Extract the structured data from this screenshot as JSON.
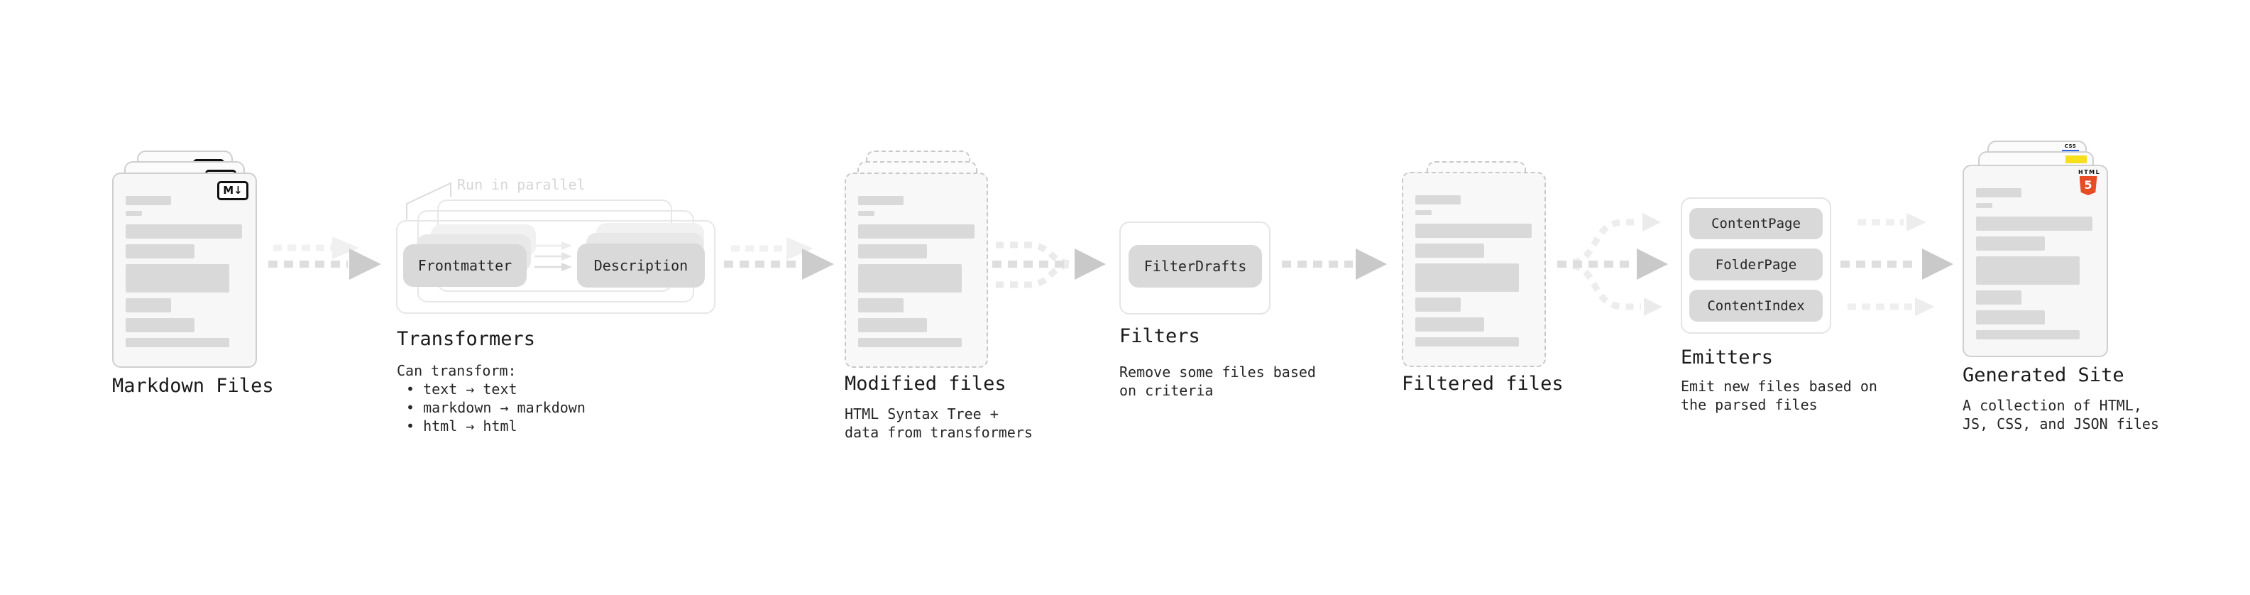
{
  "stages": {
    "markdown": {
      "label": "Markdown Files",
      "badge": "M↓"
    },
    "transformers": {
      "title": "Transformers",
      "annotation": "Run in parallel",
      "pill_frontmatter": "Frontmatter",
      "pill_description": "Description",
      "desc": [
        "Can transform:",
        "• text → text",
        "• markdown → markdown",
        "• html → html"
      ]
    },
    "modified": {
      "title": "Modified files",
      "desc": [
        "HTML Syntax Tree +",
        "data from transformers"
      ]
    },
    "filters": {
      "title": "Filters",
      "pill": "FilterDrafts",
      "desc": [
        "Remove some files based",
        "on criteria"
      ]
    },
    "filtered": {
      "title": "Filtered files"
    },
    "emitters": {
      "title": "Emitters",
      "pills": [
        "ContentPage",
        "FolderPage",
        "ContentIndex"
      ],
      "desc": [
        "Emit new files based on",
        "the parsed files"
      ]
    },
    "site": {
      "title": "Generated Site",
      "desc": [
        "A collection of HTML,",
        "JS, CSS, and JSON files"
      ],
      "badge_html_word": "HTML",
      "badge_html_number": "5",
      "badge_css": "CSS"
    }
  },
  "colors": {
    "html5_orange": "#e44d26",
    "js_yellow": "#f7df1e",
    "css_blue": "#2965f1",
    "skeleton_gray": "#d9d9d9",
    "pill_gray": "#d9d9d9",
    "arrow_gray": "#c9c9c9",
    "annotation_gray": "#d6d6d6"
  }
}
